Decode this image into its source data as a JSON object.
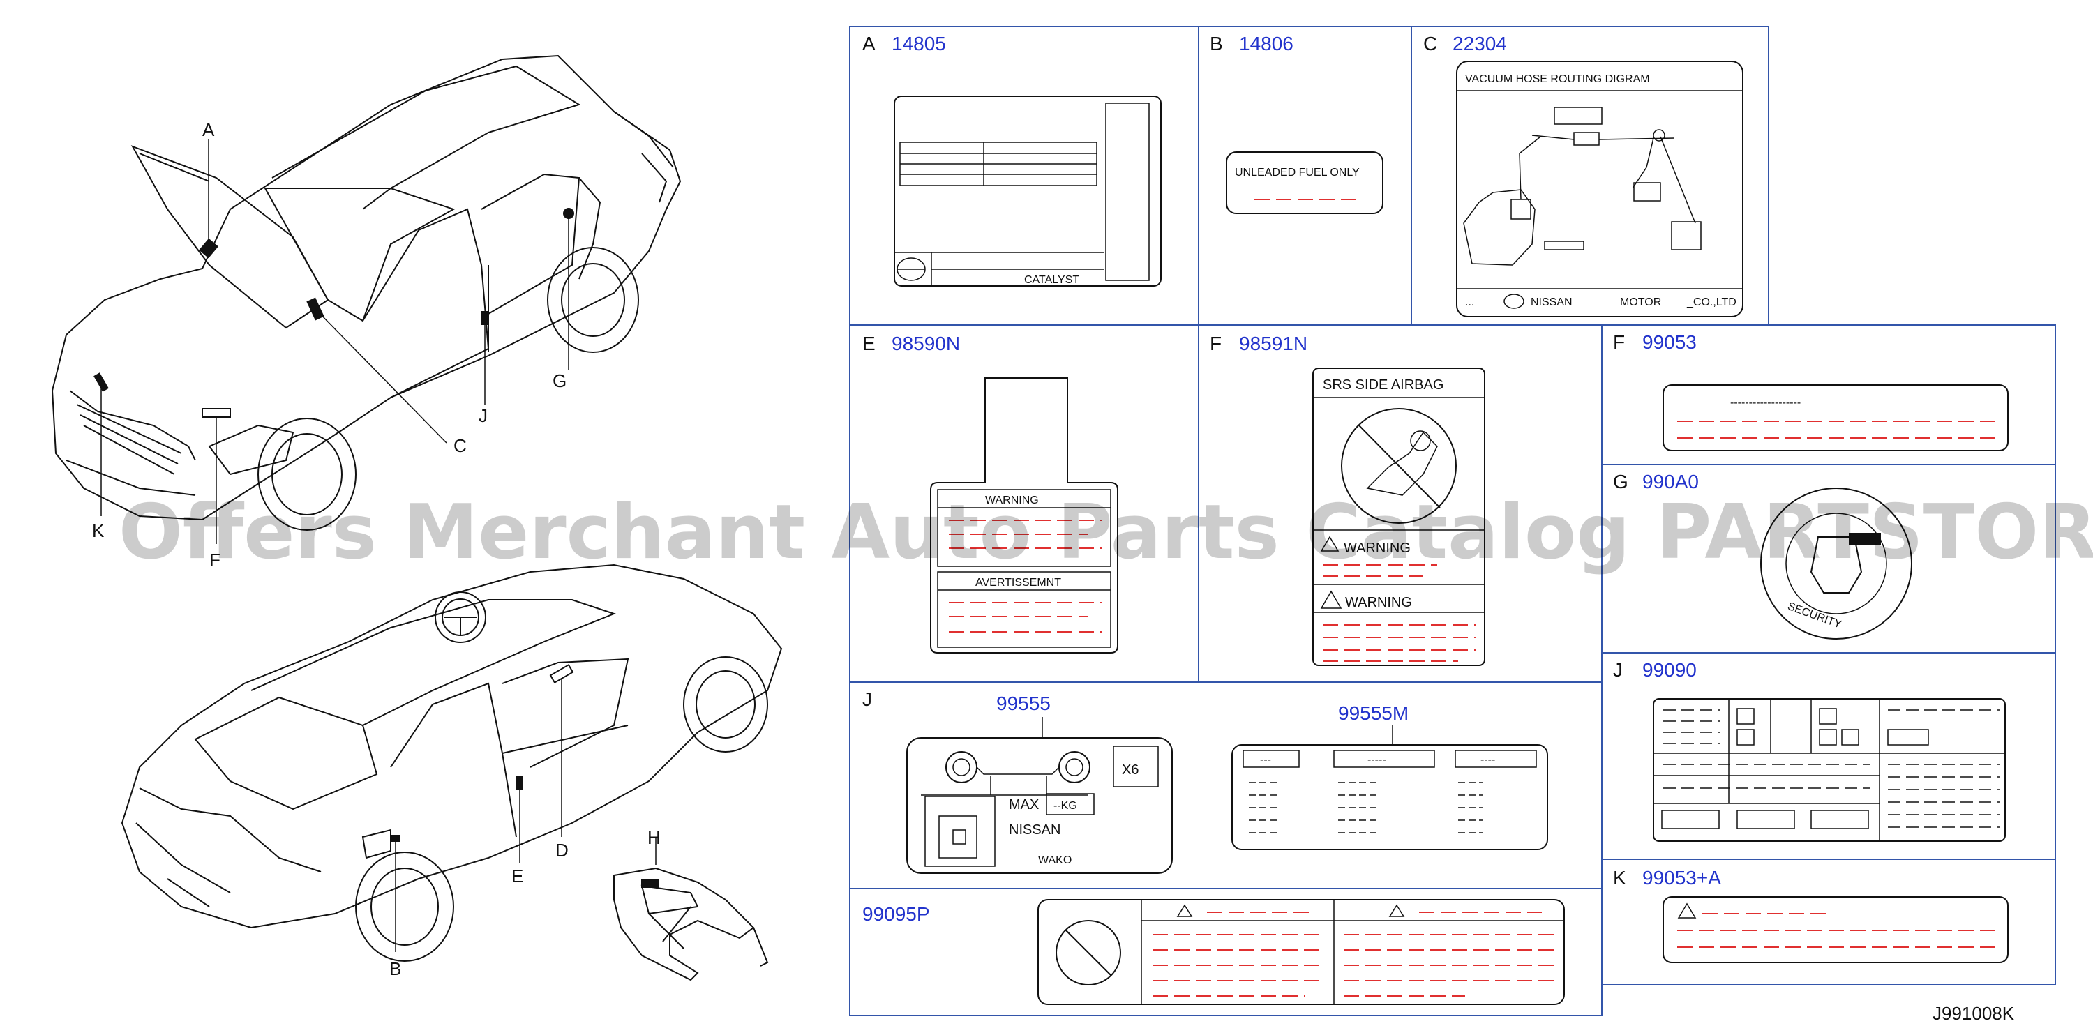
{
  "diagram_code": "J991008K",
  "watermark": "Offers Merchant Auto Parts Catalog PARTSTORE.SA",
  "colors": {
    "part_number": "#2233cc",
    "frame": "#3355aa",
    "redline": "#e03030"
  },
  "car_callouts": [
    "A",
    "C",
    "J",
    "G",
    "K",
    "F",
    "B",
    "E",
    "D",
    "H"
  ],
  "cells": {
    "A": {
      "letter": "A",
      "part": "14805",
      "catalyst": "CATALYST"
    },
    "B": {
      "letter": "B",
      "part": "14806",
      "text": "UNLEADED  FUEL  ONLY"
    },
    "C": {
      "letter": "C",
      "part": "22304",
      "header": "VACUUM   HOSE   ROUTING   DIGRAM",
      "footer_brand": "NISSAN",
      "footer_motor": "MOTOR",
      "footer_co": "_CO.,LTD",
      "footer_dash": "..."
    },
    "E": {
      "letter": "E",
      "part": "98590N",
      "warning": "WARNING",
      "avert": "AVERTISSEMNT"
    },
    "F1": {
      "letter": "F",
      "part": "98591N",
      "header": "SRS    SIDE    AIRBAG",
      "warning1": "WARNING",
      "warning2": "WARNING"
    },
    "F2": {
      "letter": "F",
      "part": "99053",
      "dots": "-------------------"
    },
    "G": {
      "letter": "G",
      "part": "990A0",
      "ring": "SECURITY"
    },
    "J": {
      "letter": "J",
      "part_left": "99555",
      "part_right": "99555M",
      "x6": "X6",
      "max": "MAX",
      "kg": "--KG",
      "nissan": "NISSAN",
      "wako": "WAKO",
      "headers": [
        "---",
        "-----",
        "----"
      ]
    },
    "J2": {
      "letter": "J",
      "part": "99090"
    },
    "K": {
      "letter": "K",
      "part": "99053+A"
    },
    "bottom": {
      "part": "99095P"
    }
  }
}
